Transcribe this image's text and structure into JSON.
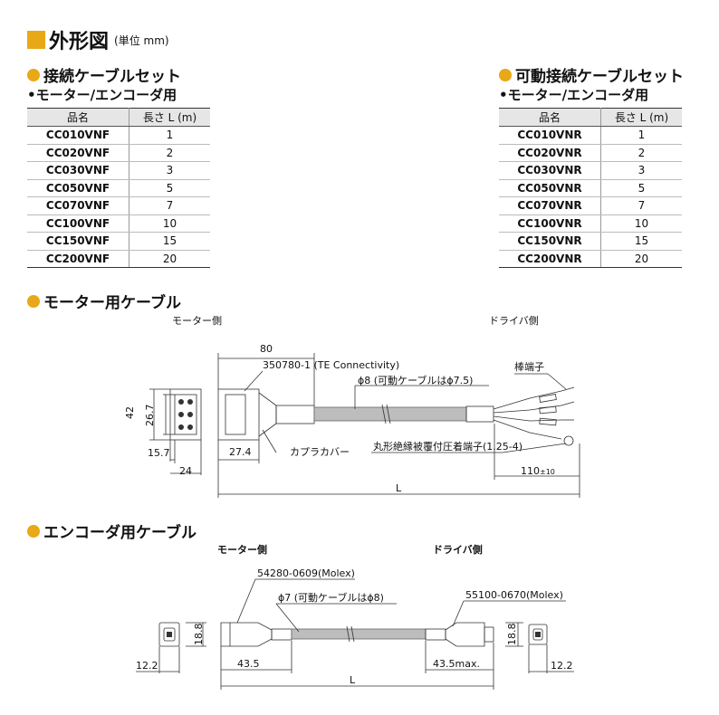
{
  "page": {
    "title": "外形図",
    "unit": "(単位 mm)"
  },
  "table_left": {
    "heading": "接続ケーブルセット",
    "subheading": "•モーター/エンコーダ用",
    "columns": [
      "品名",
      "長さ L (m)"
    ],
    "rows": [
      [
        "CC010VNF",
        "1"
      ],
      [
        "CC020VNF",
        "2"
      ],
      [
        "CC030VNF",
        "3"
      ],
      [
        "CC050VNF",
        "5"
      ],
      [
        "CC070VNF",
        "7"
      ],
      [
        "CC100VNF",
        "10"
      ],
      [
        "CC150VNF",
        "15"
      ],
      [
        "CC200VNF",
        "20"
      ]
    ]
  },
  "table_right": {
    "heading": "可動接続ケーブルセット",
    "subheading": "•モーター/エンコーダ用",
    "columns": [
      "品名",
      "長さ L (m)"
    ],
    "rows": [
      [
        "CC010VNR",
        "1"
      ],
      [
        "CC020VNR",
        "2"
      ],
      [
        "CC030VNR",
        "3"
      ],
      [
        "CC050VNR",
        "5"
      ],
      [
        "CC070VNR",
        "7"
      ],
      [
        "CC100VNR",
        "10"
      ],
      [
        "CC150VNR",
        "15"
      ],
      [
        "CC200VNR",
        "20"
      ]
    ]
  },
  "motor_cable": {
    "heading": "モーター用ケーブル",
    "motor_side": "モーター側",
    "driver_side": "ドライバ側",
    "dim_80": "80",
    "connector": "350780-1 (TE Connectivity)",
    "cable_dia": "ϕ8 (可動ケーブルはϕ7.5)",
    "rod_terminal": "棒端子",
    "dim_42": "42",
    "dim_26_7": "26.7",
    "dim_15_7": "15.7",
    "dim_24": "24",
    "dim_27_4": "27.4",
    "coupler_cover": "カプラカバー",
    "ring_terminal": "丸形絶縁被覆付圧着端子(1.25-4)",
    "dim_110": "110",
    "dim_110_tol": "±10",
    "dim_L": "L"
  },
  "encoder_cable": {
    "heading": "エンコーダ用ケーブル",
    "motor_side": "モーター側",
    "driver_side": "ドライバ側",
    "connector_motor": "54280-0609(Molex)",
    "connector_driver": "55100-0670(Molex)",
    "cable_dia": "ϕ7 (可動ケーブルはϕ8)",
    "dim_18_8_left": "18.8",
    "dim_18_8_right": "18.8",
    "dim_12_2_left": "12.2",
    "dim_12_2_right": "12.2",
    "dim_43_5": "43.5",
    "dim_43_5_max": "43.5max.",
    "dim_L": "L"
  },
  "colors": {
    "accent": "#e8a817",
    "header_bg": "#e6e6e6",
    "cable": "#bdbdbd"
  }
}
